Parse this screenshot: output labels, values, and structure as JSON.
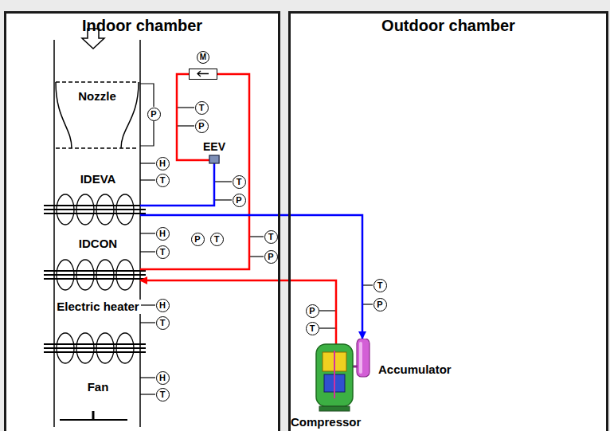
{
  "diagram": {
    "nodes": [
      {
        "text": [
          "Indoor chamber"
        ]
      },
      {
        "text": [
          "Outdoor chamber"
        ]
      },
      {
        "text": [
          "Nozzle"
        ],
        "in": 0
      },
      {
        "text": [
          "IDEVA"
        ],
        "in": 0
      },
      {
        "text": [
          "IDCON"
        ],
        "in": 0
      },
      {
        "text": [
          "Electric heater"
        ],
        "in": 0
      },
      {
        "text": [
          "Fan"
        ],
        "in": 0
      },
      {
        "text": [
          "M"
        ],
        "in": 0
      },
      {
        "text": [
          "EEV"
        ],
        "in": 0
      },
      {
        "text": [
          "P"
        ],
        "in": 0
      },
      {
        "text": [
          "T"
        ],
        "in": 0
      },
      {
        "text": [
          "P"
        ],
        "in": 0
      },
      {
        "text": [
          "H"
        ],
        "in": 0
      },
      {
        "text": [
          "T"
        ],
        "in": 0
      },
      {
        "text": [
          "T"
        ],
        "in": 0
      },
      {
        "text": [
          "P"
        ],
        "in": 0
      },
      {
        "text": [
          "H"
        ],
        "in": 0
      },
      {
        "text": [
          "P"
        ],
        "in": 0
      },
      {
        "text": [
          "T"
        ],
        "in": 0
      },
      {
        "text": [
          "T"
        ],
        "in": 0
      },
      {
        "text": [
          "T"
        ],
        "in": 0
      },
      {
        "text": [
          "P"
        ],
        "in": 0
      },
      {
        "text": [
          "H"
        ],
        "in": 0
      },
      {
        "text": [
          "T"
        ],
        "in": 0
      },
      {
        "text": [
          "H"
        ],
        "in": 0
      },
      {
        "text": [
          "T"
        ],
        "in": 0
      },
      {
        "text": [
          "Accumulator"
        ],
        "in": 1
      },
      {
        "text": [
          "Compressor"
        ],
        "in": 1
      },
      {
        "text": [
          "T"
        ],
        "in": 1
      },
      {
        "text": [
          "P"
        ],
        "in": 1
      },
      {
        "text": [
          "P"
        ],
        "in": 1
      },
      {
        "text": [
          "T"
        ],
        "in": 1
      }
    ],
    "edges": [
      {
        "from": 4,
        "to": 7,
        "arrow": "none"
      },
      {
        "from": 7,
        "to": 8,
        "arrow": "none"
      },
      {
        "from": 8,
        "to": 3,
        "arrow": "none"
      },
      {
        "from": 3,
        "to": 26,
        "arrow": "to"
      },
      {
        "from": 27,
        "to": 4,
        "arrow": "to"
      }
    ]
  }
}
